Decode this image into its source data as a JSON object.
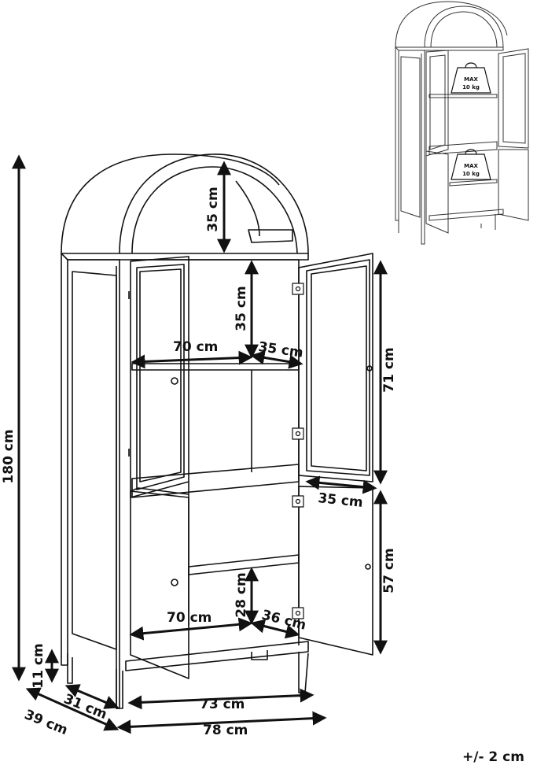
{
  "dimensions": {
    "height_total": "180 cm",
    "arch_height": "35 cm",
    "upper_shelf_height": "35 cm",
    "upper_width": "70 cm",
    "upper_depth": "35 cm",
    "upper_door_height": "71 cm",
    "upper_door_width": "35 cm",
    "lower_door_height": "57 cm",
    "lower_shelf_height": "28 cm",
    "lower_width": "70 cm",
    "lower_depth": "36 cm",
    "leg_height": "11 cm",
    "inner_depth": "31 cm",
    "outer_depth": "39 cm",
    "inner_width": "73 cm",
    "outer_width": "78 cm"
  },
  "tolerance": "+/- 2 cm",
  "weight_labels": [
    {
      "max": "MAX",
      "weight": "10 kg"
    },
    {
      "max": "MAX",
      "weight": "10 kg"
    }
  ]
}
